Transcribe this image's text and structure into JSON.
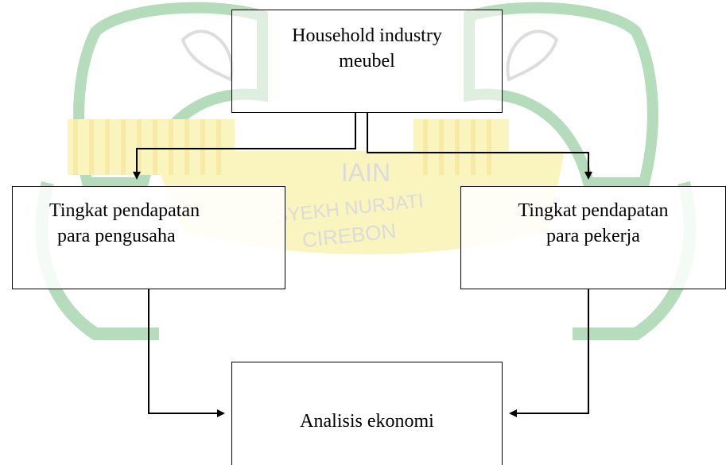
{
  "diagram": {
    "nodes": {
      "household": {
        "lines": [
          "Household industry",
          "meubel"
        ]
      },
      "pengusaha": {
        "lines": [
          "Tingkat pendapatan",
          "para pengusaha"
        ]
      },
      "pekerja": {
        "lines": [
          "Tingkat pendapatan",
          "para pekerja"
        ]
      },
      "analisis": {
        "lines": [
          "Analisis ekonomi"
        ]
      }
    },
    "edges": [
      {
        "from": "household",
        "to": "pengusaha"
      },
      {
        "from": "household",
        "to": "pekerja"
      },
      {
        "from": "pengusaha",
        "to": "analisis"
      },
      {
        "from": "pekerja",
        "to": "analisis"
      }
    ]
  },
  "watermark": {
    "line1": "IAIN",
    "line2": "SYEKH NURJATI",
    "line3": "CIREBON",
    "colors": {
      "green": "#2f9e3c",
      "gold": "#f3e04a",
      "grey": "#a0a0a0"
    }
  }
}
